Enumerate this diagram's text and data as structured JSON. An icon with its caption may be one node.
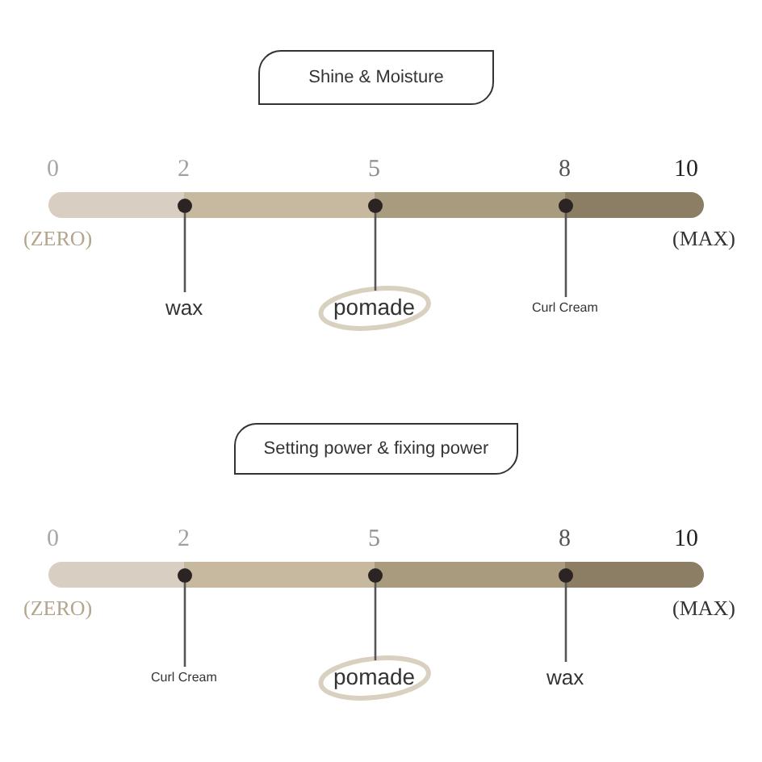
{
  "diagram": {
    "nodes": [
      {
        "text": [
          "Shine & Moisture"
        ]
      },
      {
        "text": [],
        "shape": "circle"
      },
      {
        "text": [],
        "shape": "circle"
      },
      {
        "text": [],
        "shape": "circle"
      },
      {
        "text": [
          "wax"
        ]
      },
      {
        "text": [
          "pomade"
        ]
      },
      {
        "text": [
          "Curl Cream"
        ]
      },
      {
        "text": [
          "Setting power & fixing power"
        ]
      },
      {
        "text": [],
        "shape": "circle"
      },
      {
        "text": [],
        "shape": "circle"
      },
      {
        "text": [],
        "shape": "circle"
      },
      {
        "text": [
          "Curl Cream"
        ]
      },
      {
        "text": [
          "pomade"
        ]
      },
      {
        "text": [
          "wax"
        ]
      }
    ],
    "edges": [
      {
        "from": 4,
        "to": 1,
        "arrow": "none"
      },
      {
        "from": 5,
        "to": 2,
        "arrow": "none"
      },
      {
        "from": 6,
        "to": 3,
        "arrow": "none"
      },
      {
        "from": 11,
        "to": 8,
        "arrow": "none"
      },
      {
        "from": 12,
        "to": 9,
        "arrow": "none"
      },
      {
        "from": 13,
        "to": 10,
        "arrow": "none"
      }
    ],
    "labels": [
      "0",
      "2",
      "5",
      "8",
      "10",
      "(ZERO)",
      "(MAX)",
      "0",
      "2",
      "5",
      "8",
      "10",
      "(ZERO)",
      "(MAX)"
    ]
  }
}
